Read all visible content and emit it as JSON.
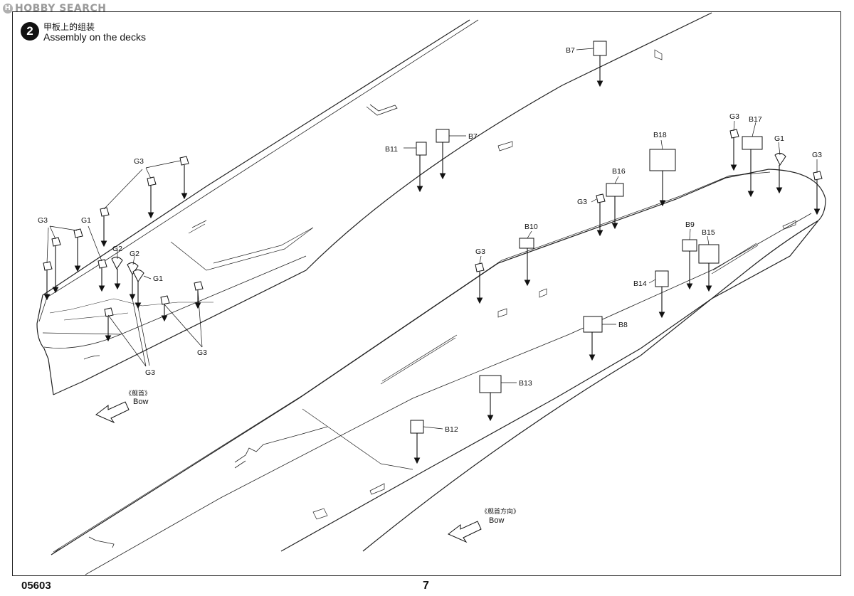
{
  "watermark": {
    "text": "HOBBY SEARCH",
    "logo_letter": "H"
  },
  "step": {
    "number": "2",
    "title_cn": "甲板上的组装",
    "title_en": "Assembly on the decks"
  },
  "bow_left": {
    "cn": "《舰首》",
    "en": "Bow"
  },
  "bow_right": {
    "cn": "《舰首方向》",
    "en": "Bow"
  },
  "footer": {
    "code": "05603",
    "page": "7"
  },
  "part_labels": [
    "G3",
    "G3",
    "G1",
    "G2",
    "G2",
    "G1",
    "G3",
    "G3",
    "B11",
    "B7",
    "B7",
    "B10",
    "G3",
    "G3",
    "B16",
    "B18",
    "G3",
    "B17",
    "G1",
    "G3",
    "B9",
    "B15",
    "B14",
    "B8",
    "B13",
    "B12"
  ],
  "colors": {
    "line": "#222222",
    "part_fill": "#ffffff",
    "border": "#222222"
  }
}
